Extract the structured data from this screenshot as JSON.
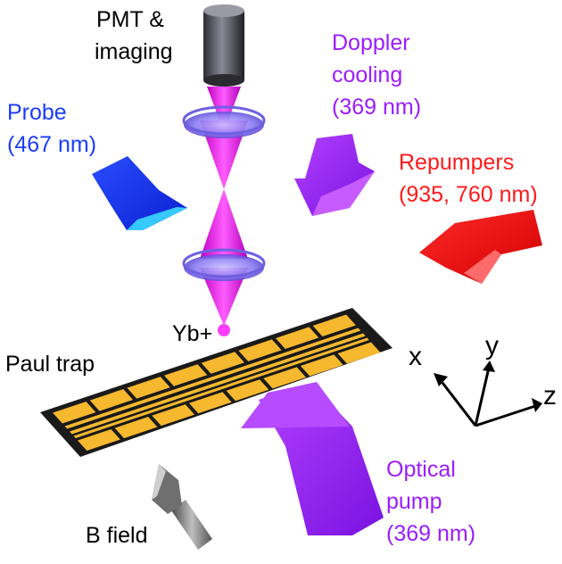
{
  "labels": {
    "pmt_line1": "PMT &",
    "pmt_line2": "imaging",
    "doppler_line1": "Doppler",
    "doppler_line2": "cooling",
    "doppler_line3": "(369 nm)",
    "probe_line1": "Probe",
    "probe_line2": "(467 nm)",
    "repump_line1": "Repumpers",
    "repump_line2": "(935, 760 nm)",
    "ion": "Yb+",
    "trap": "Paul trap",
    "optical_line1": "Optical",
    "optical_line2": "pump",
    "optical_line3": "(369 nm)",
    "bfield": "B field"
  },
  "axes": {
    "x": "x",
    "y": "y",
    "z": "z"
  },
  "colors": {
    "probe": "#1a3cff",
    "doppler": "#9b1cff",
    "repump": "#ff1a1a",
    "optical": "#9b1cff",
    "beam": "#ff1aff",
    "lens": "#8a7cf0",
    "electrode": "#f5b82e",
    "trap_base": "#1a1a1a",
    "bfield_arrow": "#7f7f7f",
    "pmt": "#4a4a55"
  }
}
